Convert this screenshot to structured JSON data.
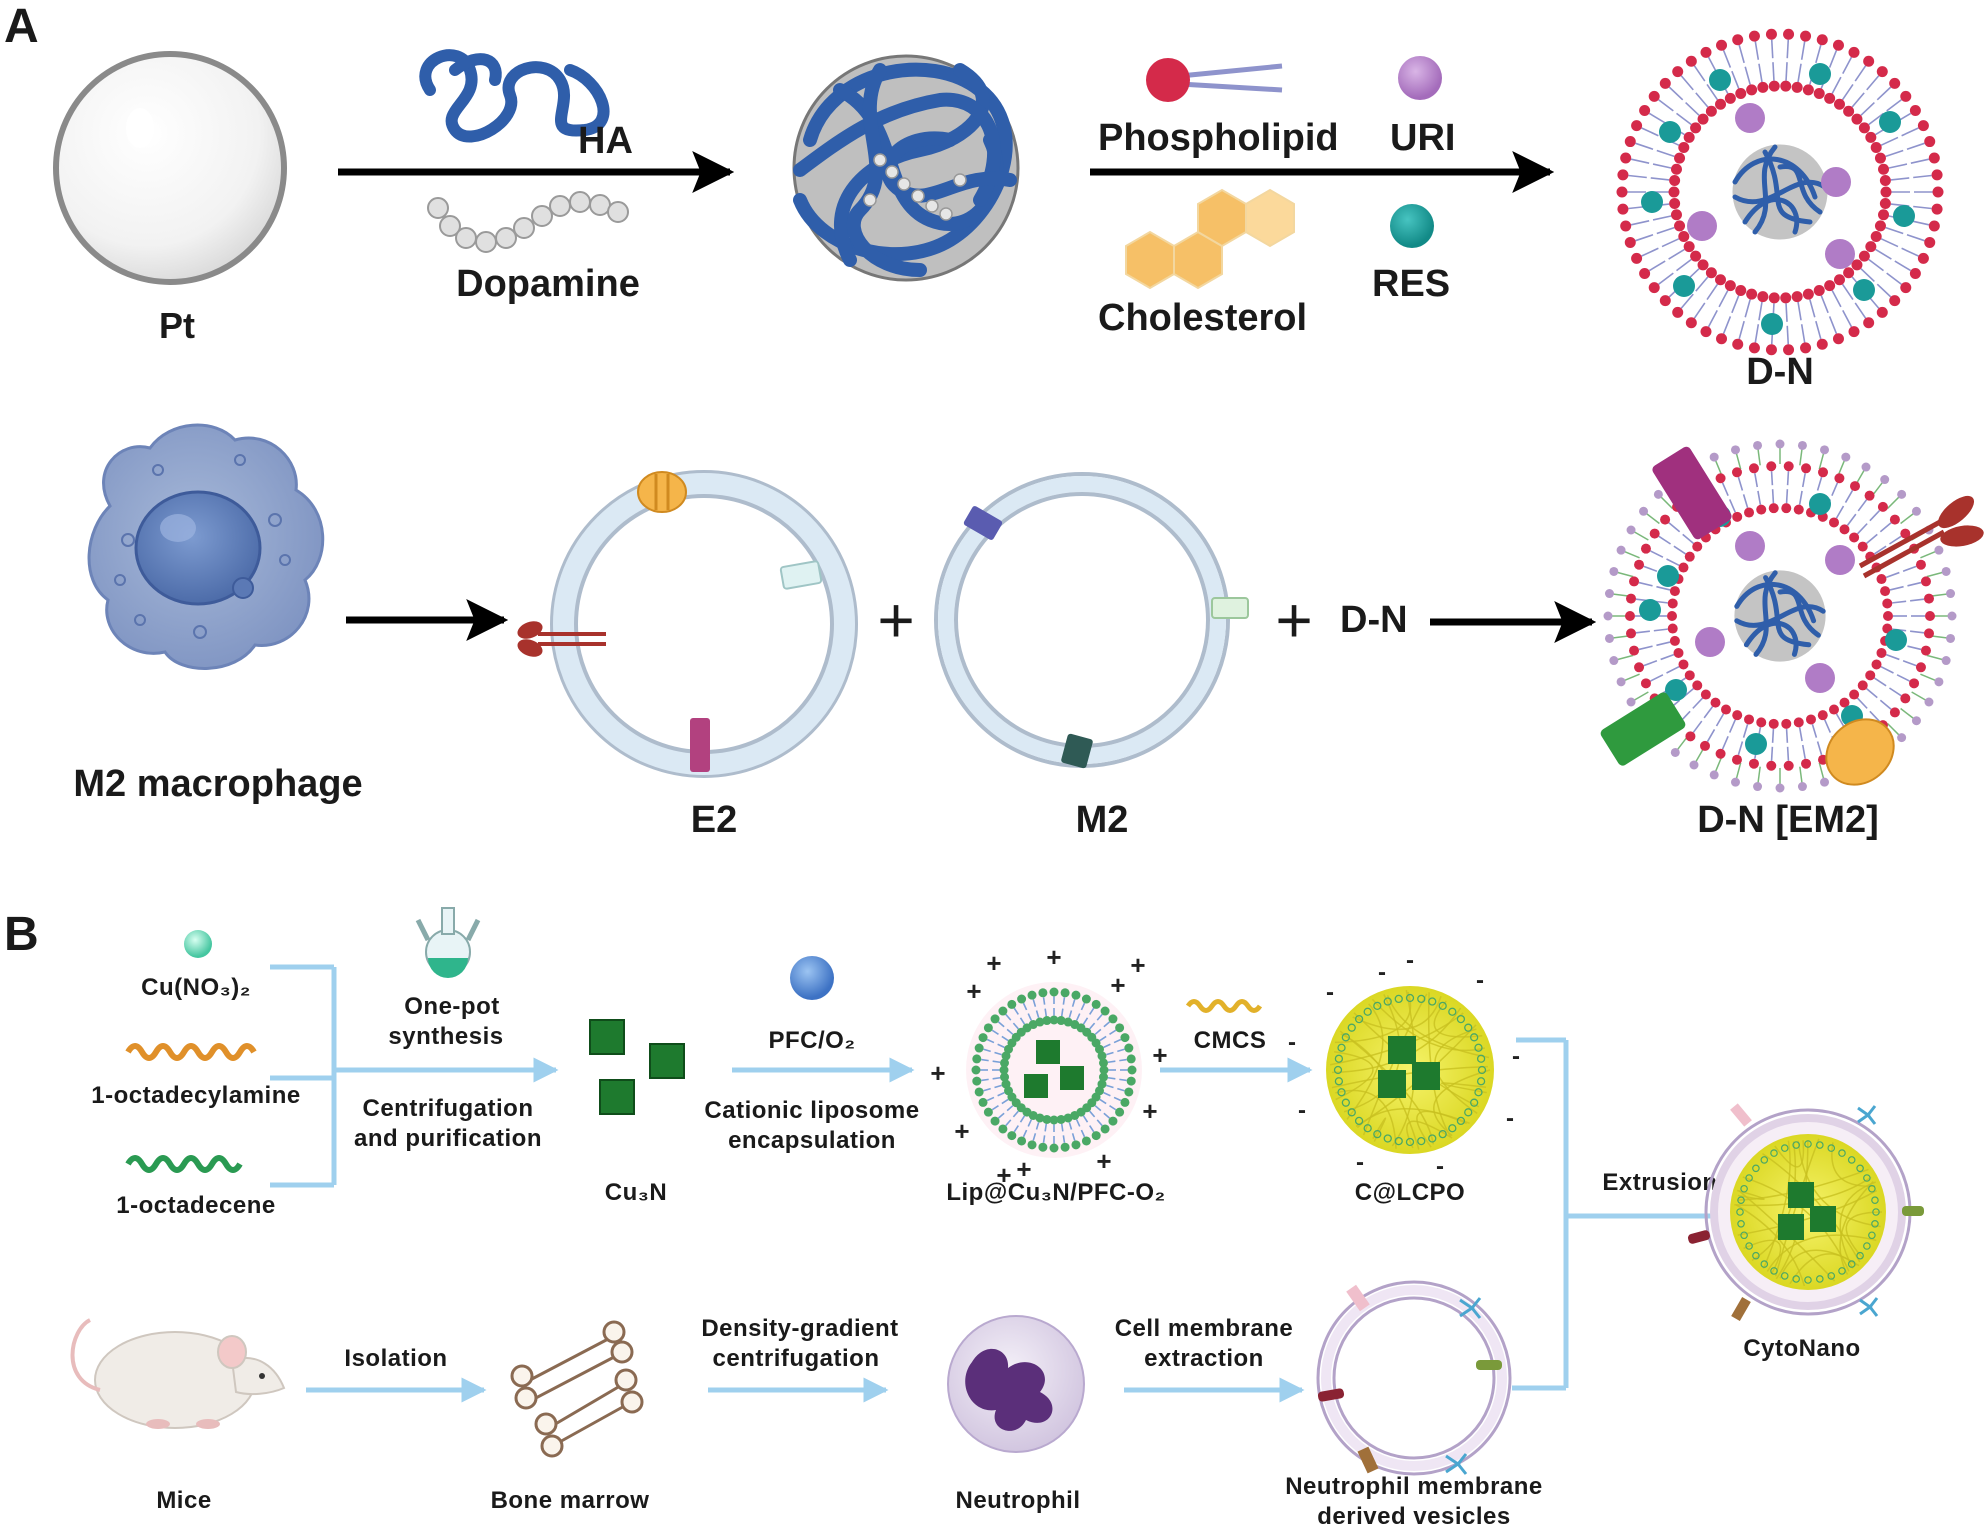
{
  "panel_a": {
    "panel_letter": "A",
    "row1": {
      "pt": "Pt",
      "ha": "HA",
      "dopamine": "Dopamine",
      "phospholipid": "Phospholipid",
      "uri": "URI",
      "cholesterol": "Cholesterol",
      "res": "RES",
      "dn": "D-N"
    },
    "row2": {
      "macrophage": "M2 macrophage",
      "e2": "E2",
      "m2": "M2",
      "plus": "+",
      "dn_reagent": "D-N",
      "dn_em2": "D-N [EM2]"
    }
  },
  "panel_b": {
    "panel_letter": "B",
    "reagents": {
      "cu_no3": "Cu(NO₃)₂",
      "octadecylamine": "1-octadecylamine",
      "octadecene": "1-octadecene"
    },
    "steps": {
      "one_pot_line1": "One-pot",
      "one_pot_line2": "synthesis",
      "centrifugation_line1": "Centrifugation",
      "centrifugation_line2": "and purification",
      "pfc_o2": "PFC/O₂",
      "cationic_line1": "Cationic liposome",
      "cationic_line2": "encapsulation",
      "cmcs": "CMCS",
      "extrusion": "Extrusion",
      "isolation": "Isolation",
      "density_line1": "Density-gradient",
      "density_line2": "centrifugation",
      "cellmem_line1": "Cell membrane",
      "cellmem_line2": "extraction"
    },
    "products": {
      "cu3n": "Cu₃N",
      "lip": "Lip@Cu₃N/PFC-O₂",
      "clcpo": "C@LCPO",
      "cytonano": "CytoNano",
      "mice": "Mice",
      "bone_marrow": "Bone marrow",
      "neutrophil": "Neutrophil",
      "nmv_line1": "Neutrophil membrane",
      "nmv_line2": "derived vesicles"
    }
  },
  "colors": {
    "ha_blue": "#2f5eaa",
    "lipid_red": "#d42a4a",
    "res_teal": "#1a9a98",
    "uri_purple": "#b07cc6",
    "cholesterol_orange": "#f5b54a",
    "arrow_blue": "#9fd0ee",
    "cu3n_green": "#1e7a2e",
    "liposome_green": "#4aa865"
  }
}
